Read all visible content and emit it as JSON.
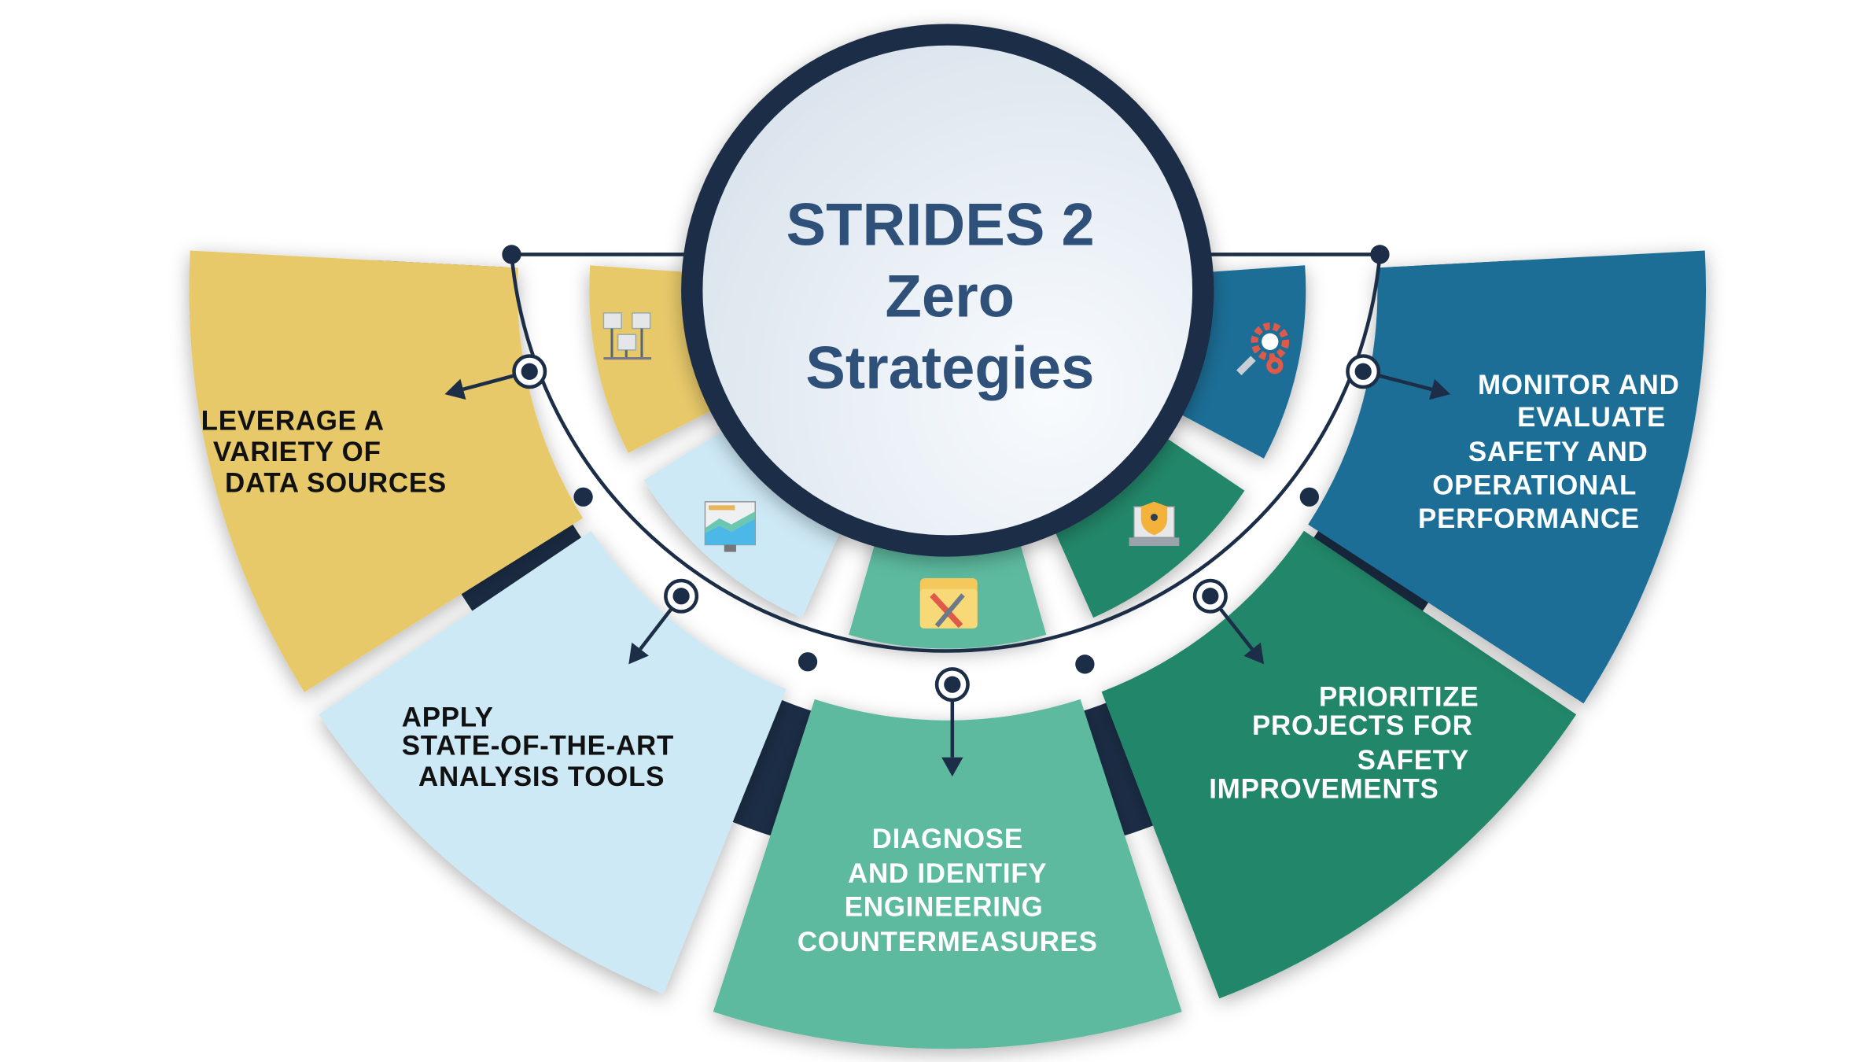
{
  "title": {
    "line1": "STRIDES 2",
    "line2": "Zero",
    "line3": "Strategies"
  },
  "colors": {
    "navy": "#1c2e47",
    "yellow": "#e8c96b",
    "light_blue": "#cde9f5",
    "teal": "#5dba9f",
    "green": "#22876b",
    "blue": "#1b6e97",
    "title_text": "#2f5179"
  },
  "segments": [
    {
      "key": "data-sources",
      "icon": "network-servers-icon",
      "lines": [
        "LEVERAGE A",
        "VARIETY OF",
        "DATA SOURCES"
      ]
    },
    {
      "key": "analysis-tools",
      "icon": "monitor-chart-icon",
      "lines": [
        "APPLY",
        "STATE-OF-THE-ART",
        "ANALYSIS TOOLS"
      ]
    },
    {
      "key": "countermeasures",
      "icon": "folder-tools-icon",
      "lines": [
        "DIAGNOSE",
        "AND IDENTIFY",
        "ENGINEERING",
        "COUNTERMEASURES"
      ]
    },
    {
      "key": "prioritize",
      "icon": "laptop-shield-icon",
      "lines": [
        "PRIORITIZE",
        "PROJECTS FOR",
        "SAFETY",
        "IMPROVEMENTS"
      ]
    },
    {
      "key": "monitor",
      "icon": "magnifier-gear-icon",
      "lines": [
        "MONITOR AND",
        "EVALUATE",
        "SAFETY AND",
        "OPERATIONAL",
        "PERFORMANCE"
      ]
    }
  ]
}
